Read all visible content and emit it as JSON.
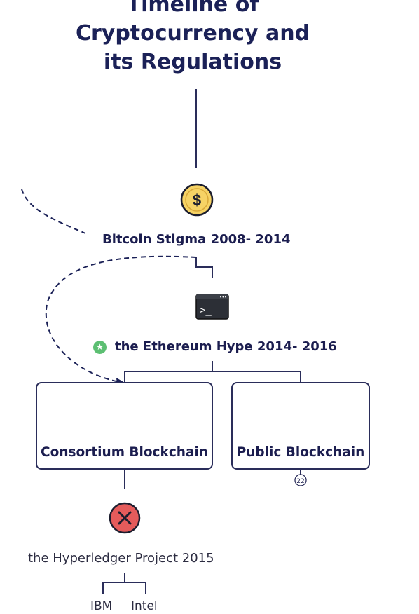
{
  "title": {
    "line1": "Timeline of",
    "line2": "Cryptocurrency and",
    "line3": "its Regulations"
  },
  "nodes": {
    "bitcoin": {
      "label": "Bitcoin Stigma 2008- 2014",
      "icon": "dollar-coin-icon"
    },
    "ethereum": {
      "label": "the Ethereum Hype 2014- 2016",
      "icon": "terminal-icon",
      "marker": "star-badge-icon"
    },
    "consortium": {
      "label": "Consortium Blockchain",
      "icon": "people-group-icon"
    },
    "public": {
      "label": "Public Blockchain",
      "icon": "lightbulb-icon",
      "badge": "22"
    },
    "hyperledger": {
      "label": "the Hyperledger Project 2015",
      "icon": "close-x-icon"
    },
    "ibm": {
      "label": "IBM"
    },
    "intel": {
      "label": "Intel"
    }
  },
  "colors": {
    "navy": "#1b2157",
    "line": "#2a2d5a",
    "coin": "#f6d365",
    "x_red": "#e45b5b",
    "star_green": "#5cbf72",
    "bulb": "#f5c518"
  }
}
